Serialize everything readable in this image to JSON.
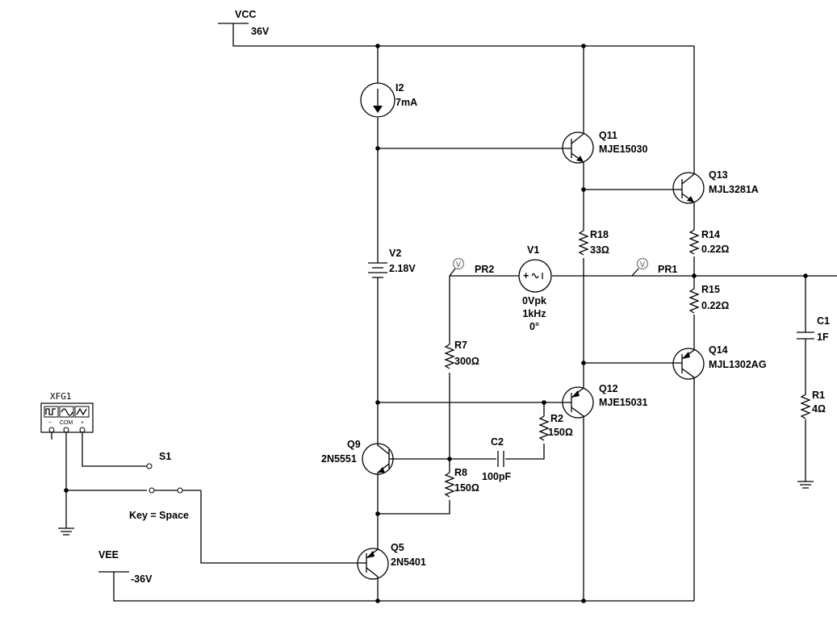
{
  "vcc": {
    "name": "VCC",
    "value": "36V"
  },
  "vee": {
    "name": "VEE",
    "value": "-36V"
  },
  "i2": {
    "name": "I2",
    "value": "7mA"
  },
  "v2": {
    "name": "V2",
    "value": "2.18V"
  },
  "v1": {
    "name": "V1",
    "amplitude": "0Vpk",
    "frequency": "1kHz",
    "phase": "0°"
  },
  "probes": {
    "pr1": "PR1",
    "pr2": "PR2"
  },
  "q11": {
    "name": "Q11",
    "model": "MJE15030"
  },
  "q12": {
    "name": "Q12",
    "model": "MJE15031"
  },
  "q13": {
    "name": "Q13",
    "model": "MJL3281A"
  },
  "q14": {
    "name": "Q14",
    "model": "MJL1302AG"
  },
  "q9": {
    "name": "Q9",
    "model": "2N5551"
  },
  "q5": {
    "name": "Q5",
    "model": "2N5401"
  },
  "r18": {
    "name": "R18",
    "value": "33Ω"
  },
  "r14": {
    "name": "R14",
    "value": "0.22Ω"
  },
  "r15": {
    "name": "R15",
    "value": "0.22Ω"
  },
  "r7": {
    "name": "R7",
    "value": "300Ω"
  },
  "r2": {
    "name": "R2",
    "value": "150Ω"
  },
  "r8": {
    "name": "R8",
    "value": "150Ω"
  },
  "r1": {
    "name": "R1",
    "value": "4Ω"
  },
  "c1": {
    "name": "C1",
    "value": "1F"
  },
  "c2": {
    "name": "C2",
    "value": "100pF"
  },
  "xfg1": {
    "name": "XFG1",
    "com": "COM",
    "minus": "−",
    "plus": "+"
  },
  "s1": {
    "name": "S1",
    "key": "Key = Space"
  }
}
